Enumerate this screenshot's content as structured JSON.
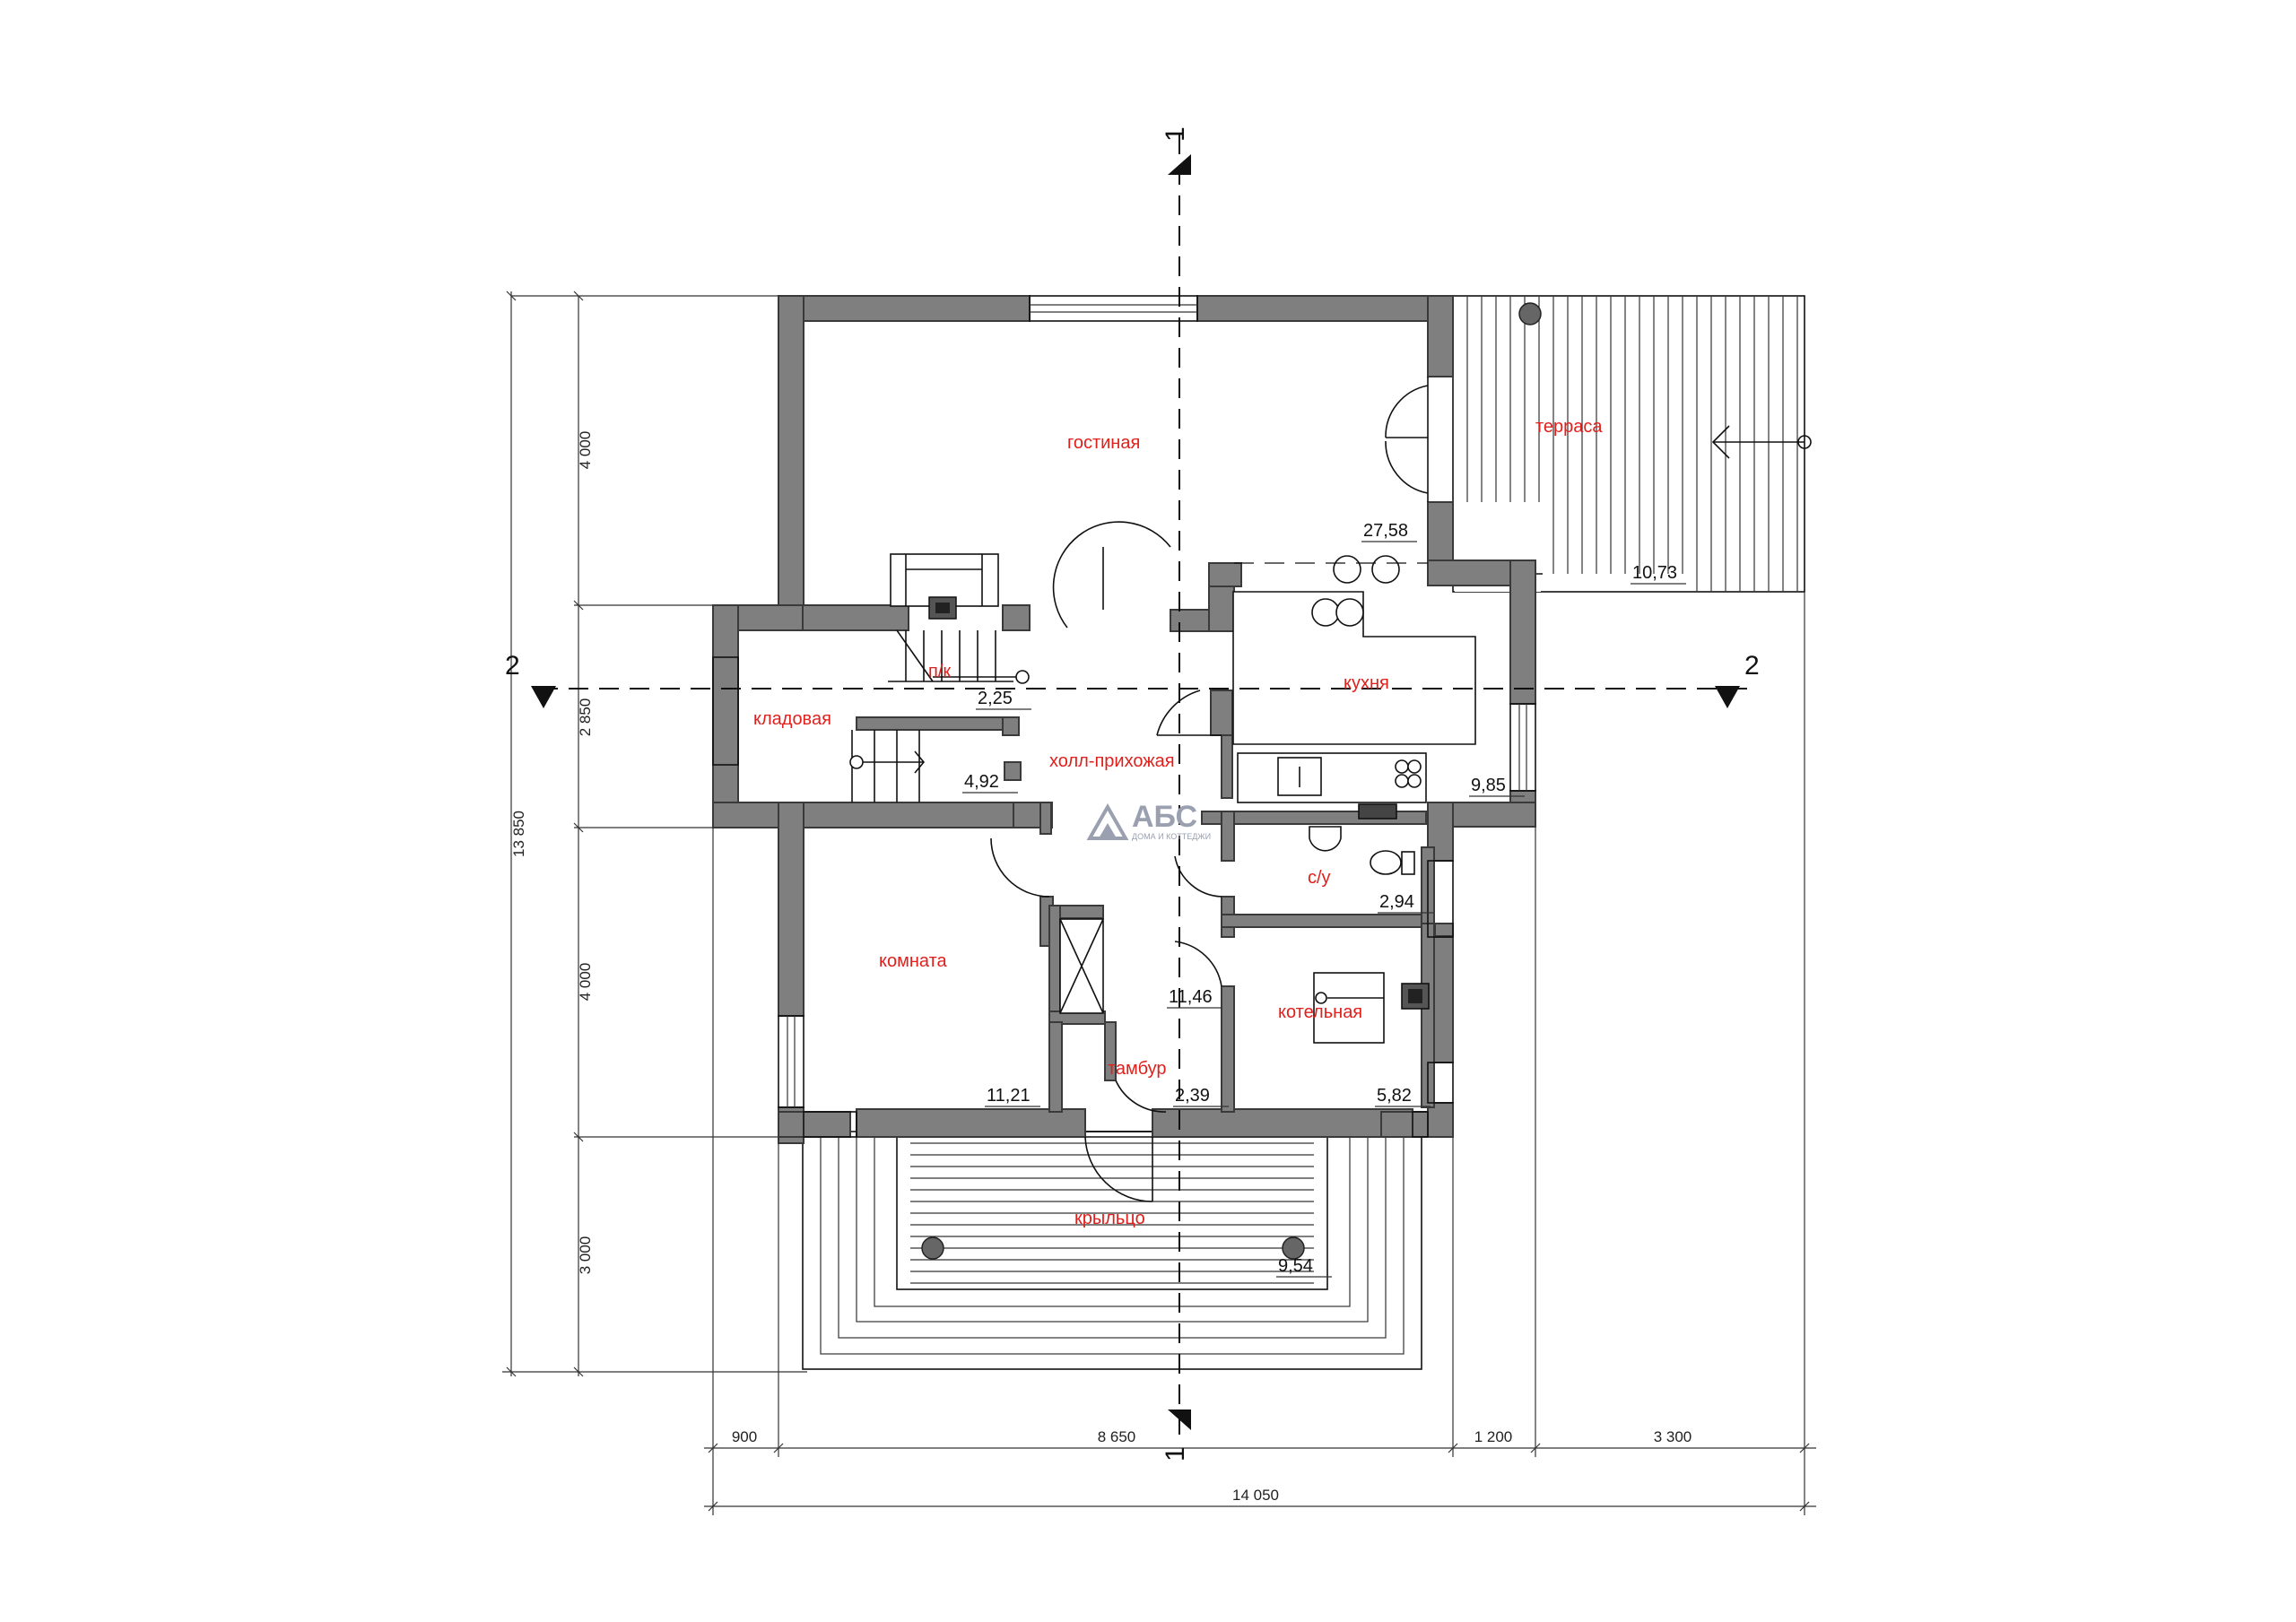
{
  "rooms": {
    "gostinaya": {
      "name": "гостиная",
      "area": "27,58"
    },
    "terrasa": {
      "name": "терраса",
      "area": "10,73"
    },
    "kukhnya": {
      "name": "кухня",
      "area": "9,85"
    },
    "kladovaya": {
      "name": "кладовая",
      "area": "4,92"
    },
    "pk": {
      "name": "п/к",
      "area": "2,25"
    },
    "kholl": {
      "name": "холл-прихожая",
      "area": "11,46"
    },
    "su": {
      "name": "с/у",
      "area": "2,94"
    },
    "komnata": {
      "name": "комната",
      "area": "11,21"
    },
    "kotelnaya": {
      "name": "котельная",
      "area": "5,82"
    },
    "tambur": {
      "name": "тамбур",
      "area": "2,39"
    },
    "krylco": {
      "name": "крыльцо",
      "area": "9,54"
    }
  },
  "dimensions": {
    "left": [
      "4 000",
      "2 850",
      "4 000",
      "3 000"
    ],
    "left_total": "13 850",
    "bottom": [
      "900",
      "8 650",
      "1 200",
      "3 300"
    ],
    "bottom_total": "14 050"
  },
  "axes": {
    "section_1": "1",
    "section_2": "2"
  },
  "logo": {
    "mark": "АБС",
    "tagline": "ДОМА И КОТТЕДЖИ"
  },
  "colors": {
    "wall": "#7f7f7f",
    "room_label": "#e0201c",
    "line": "#111111"
  }
}
